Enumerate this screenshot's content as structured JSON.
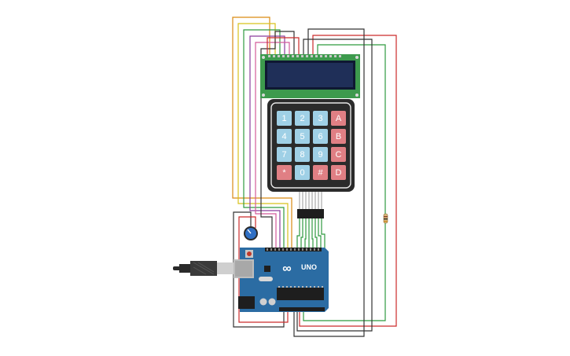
{
  "keypad": {
    "rows": [
      [
        "1",
        "2",
        "3",
        "A"
      ],
      [
        "4",
        "5",
        "6",
        "B"
      ],
      [
        "7",
        "8",
        "9",
        "C"
      ],
      [
        "*",
        "0",
        "#",
        "D"
      ]
    ]
  },
  "arduino": {
    "model_label": "UNO",
    "brand_mark": "∞"
  },
  "colors": {
    "board": "#2b6ca3",
    "lcd_pcb": "#3d9a4d",
    "lcd_screen": "#1f2f58",
    "keypad_body": "#2b2b2b",
    "key_blue": "#9fd0e6",
    "key_red": "#e07f84",
    "wire_red": "#cc2b2b",
    "wire_green": "#2f9a3f",
    "wire_orange": "#d98a12",
    "wire_yellow": "#d8c21b",
    "wire_black": "#333333",
    "wire_purple": "#8a3d9c",
    "wire_pink": "#d45b9a"
  }
}
